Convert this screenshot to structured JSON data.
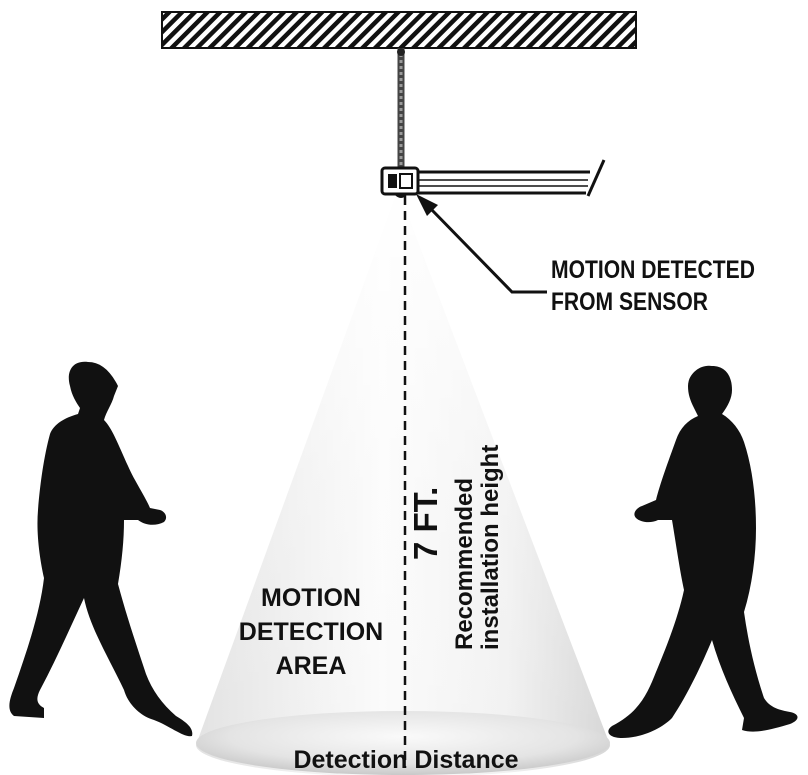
{
  "labels": {
    "motion_detected_line1": "MOTION DETECTED",
    "motion_detected_line2": "FROM SENSOR",
    "detection_area_line1": "MOTION",
    "detection_area_line2": "DETECTION",
    "detection_area_line3": "AREA",
    "height_value": "7 FT.",
    "height_caption_line1": "Recommended",
    "height_caption_line2": "installation height",
    "detection_distance": "Detection Distance"
  },
  "colors": {
    "ink": "#111111",
    "cone_light": "#f7f7f7",
    "cone_dark": "#d2d2d2",
    "ceiling_fill": "#ffffff"
  },
  "icons": [
    "ceiling-icon",
    "motion-sensor-icon",
    "person-walking-icon"
  ]
}
